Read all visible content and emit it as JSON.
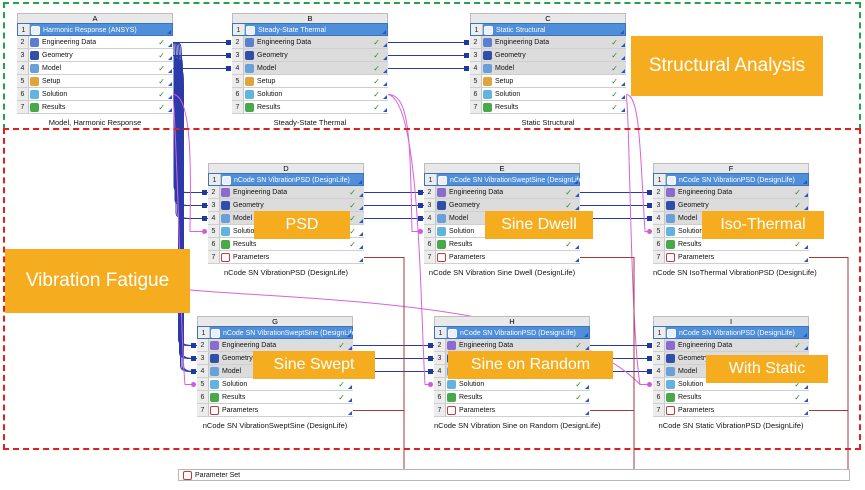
{
  "zones": {
    "structural_label": "Structural Analysis",
    "fatigue_label": "Vibration Fatigue"
  },
  "systems": [
    {
      "id": "A",
      "letter": "A",
      "title": "Harmonic Response (ANSYS)",
      "caption": "Model, Harmonic Response",
      "rows": [
        {
          "n": "2",
          "label": "Engineering Data",
          "check": "✓"
        },
        {
          "n": "3",
          "label": "Geometry",
          "check": "✓"
        },
        {
          "n": "4",
          "label": "Model",
          "check": "✓"
        },
        {
          "n": "5",
          "label": "Setup",
          "check": "✓"
        },
        {
          "n": "6",
          "label": "Solution",
          "check": "✓"
        },
        {
          "n": "7",
          "label": "Results",
          "check": "✓"
        }
      ]
    },
    {
      "id": "B",
      "letter": "B",
      "title": "Steady-State Thermal",
      "caption": "Steady-State Thermal",
      "rows": [
        {
          "n": "2",
          "label": "Engineering Data",
          "check": "✓"
        },
        {
          "n": "3",
          "label": "Geometry",
          "check": "✓"
        },
        {
          "n": "4",
          "label": "Model",
          "check": "✓"
        },
        {
          "n": "5",
          "label": "Setup",
          "check": "✓"
        },
        {
          "n": "6",
          "label": "Solution",
          "check": "✓"
        },
        {
          "n": "7",
          "label": "Results",
          "check": "✓"
        }
      ]
    },
    {
      "id": "C",
      "letter": "C",
      "title": "Static Structural",
      "caption": "Static Structural",
      "rows": [
        {
          "n": "2",
          "label": "Engineering Data",
          "check": "✓"
        },
        {
          "n": "3",
          "label": "Geometry",
          "check": "✓"
        },
        {
          "n": "4",
          "label": "Model",
          "check": "✓"
        },
        {
          "n": "5",
          "label": "Setup",
          "check": "✓"
        },
        {
          "n": "6",
          "label": "Solution",
          "check": "✓"
        },
        {
          "n": "7",
          "label": "Results",
          "check": "✓"
        }
      ]
    },
    {
      "id": "D",
      "letter": "D",
      "title": "nCode SN VibrationPSD (DesignLife)",
      "caption": "nCode SN VibrationPSD (DesignLife)",
      "tag": "PSD",
      "rows": [
        {
          "n": "2",
          "label": "Engineering Data",
          "check": "✓"
        },
        {
          "n": "3",
          "label": "Geometry",
          "check": "✓"
        },
        {
          "n": "4",
          "label": "Model",
          "check": "✓"
        },
        {
          "n": "5",
          "label": "Solution",
          "check": "✓"
        },
        {
          "n": "6",
          "label": "Results",
          "check": "✓"
        },
        {
          "n": "7",
          "label": "Parameters",
          "check": ""
        }
      ]
    },
    {
      "id": "E",
      "letter": "E",
      "title": "nCode SN VibrationSweptSine (DesignLife)",
      "caption": "nCode SN Vibration Sine Dwell (DesignLife)",
      "tag": "Sine Dwell",
      "rows": [
        {
          "n": "2",
          "label": "Engineering Data",
          "check": "✓"
        },
        {
          "n": "3",
          "label": "Geometry",
          "check": "✓"
        },
        {
          "n": "4",
          "label": "Model",
          "check": "✓"
        },
        {
          "n": "5",
          "label": "Solution",
          "check": "✓"
        },
        {
          "n": "6",
          "label": "Results",
          "check": "✓"
        },
        {
          "n": "7",
          "label": "Parameters",
          "check": ""
        }
      ]
    },
    {
      "id": "F",
      "letter": "F",
      "title": "nCode SN VibrationPSD (DesignLife)",
      "caption": "nCode SN IsoThermal VibrationPSD (DesignLife)",
      "tag": "Iso-Thermal",
      "rows": [
        {
          "n": "2",
          "label": "Engineering Data",
          "check": "✓"
        },
        {
          "n": "3",
          "label": "Geometry",
          "check": "✓"
        },
        {
          "n": "4",
          "label": "Model",
          "check": "✓"
        },
        {
          "n": "5",
          "label": "Solution",
          "check": "✓"
        },
        {
          "n": "6",
          "label": "Results",
          "check": "✓"
        },
        {
          "n": "7",
          "label": "Parameters",
          "check": ""
        }
      ]
    },
    {
      "id": "G",
      "letter": "G",
      "title": "nCode SN VibrationSweptSine (DesignLife)",
      "caption": "nCode SN VibrationSweptSine (DesignLife)",
      "tag": "Sine Swept",
      "rows": [
        {
          "n": "2",
          "label": "Engineering Data",
          "check": "✓"
        },
        {
          "n": "3",
          "label": "Geometry",
          "check": "✓"
        },
        {
          "n": "4",
          "label": "Model",
          "check": "✓"
        },
        {
          "n": "5",
          "label": "Solution",
          "check": "✓"
        },
        {
          "n": "6",
          "label": "Results",
          "check": "✓"
        },
        {
          "n": "7",
          "label": "Parameters",
          "check": ""
        }
      ]
    },
    {
      "id": "H",
      "letter": "H",
      "title": "nCode SN VibrationPSD (DesignLife)",
      "caption": "nCode SN Vibration Sine on Random (DesignLife)",
      "tag": "Sine on Random",
      "rows": [
        {
          "n": "2",
          "label": "Engineering Data",
          "check": "✓"
        },
        {
          "n": "3",
          "label": "Geometry",
          "check": "✓"
        },
        {
          "n": "4",
          "label": "Model",
          "check": "✓"
        },
        {
          "n": "5",
          "label": "Solution",
          "check": "✓"
        },
        {
          "n": "6",
          "label": "Results",
          "check": "✓"
        },
        {
          "n": "7",
          "label": "Parameters",
          "check": ""
        }
      ]
    },
    {
      "id": "I",
      "letter": "I",
      "title": "nCode SN VibrationPSD (DesignLife)",
      "caption": "nCode SN Static VibrationPSD (DesignLife)",
      "tag": "With Static",
      "rows": [
        {
          "n": "2",
          "label": "Engineering Data",
          "check": "✓"
        },
        {
          "n": "3",
          "label": "Geometry",
          "check": "✓"
        },
        {
          "n": "4",
          "label": "Model",
          "check": "✓"
        },
        {
          "n": "5",
          "label": "Solution",
          "check": "✓"
        },
        {
          "n": "6",
          "label": "Results",
          "check": "✓"
        },
        {
          "n": "7",
          "label": "Parameters",
          "check": ""
        }
      ]
    }
  ],
  "parameter_set": {
    "label": "Parameter Set"
  },
  "colors": {
    "link_blue": "#2b3aa8",
    "link_pink": "#d862dc",
    "param_line": "#a33a3a",
    "tag_orange": "#f5ad1f",
    "header_blue": "#4f8ed8",
    "zone_green": "#22a34a",
    "zone_red": "#e02020"
  }
}
